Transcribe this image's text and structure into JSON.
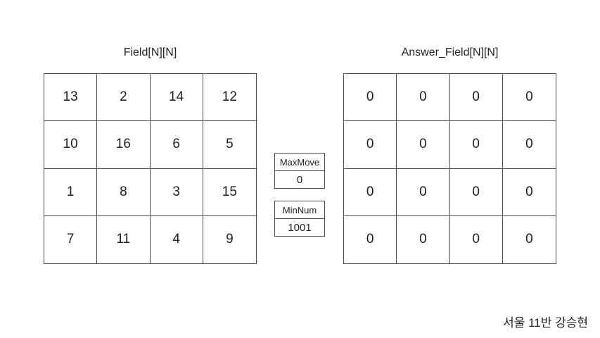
{
  "field_grid": {
    "title": "Field[N][N]",
    "rows": [
      [
        "13",
        "2",
        "14",
        "12"
      ],
      [
        "10",
        "16",
        "6",
        "5"
      ],
      [
        "1",
        "8",
        "3",
        "15"
      ],
      [
        "7",
        "11",
        "4",
        "9"
      ]
    ]
  },
  "answer_grid": {
    "title": "Answer_Field[N][N]",
    "rows": [
      [
        "0",
        "0",
        "0",
        "0"
      ],
      [
        "0",
        "0",
        "0",
        "0"
      ],
      [
        "0",
        "0",
        "0",
        "0"
      ],
      [
        "0",
        "0",
        "0",
        "0"
      ]
    ]
  },
  "variables": {
    "max_move": {
      "label": "MaxMove",
      "value": "0"
    },
    "min_num": {
      "label": "MinNum",
      "value": "1001"
    }
  },
  "signature": "서울 11반 강승현",
  "colors": {
    "background": "#ffffff",
    "border": "#4d4d4d",
    "text": "#1f1f1f"
  }
}
